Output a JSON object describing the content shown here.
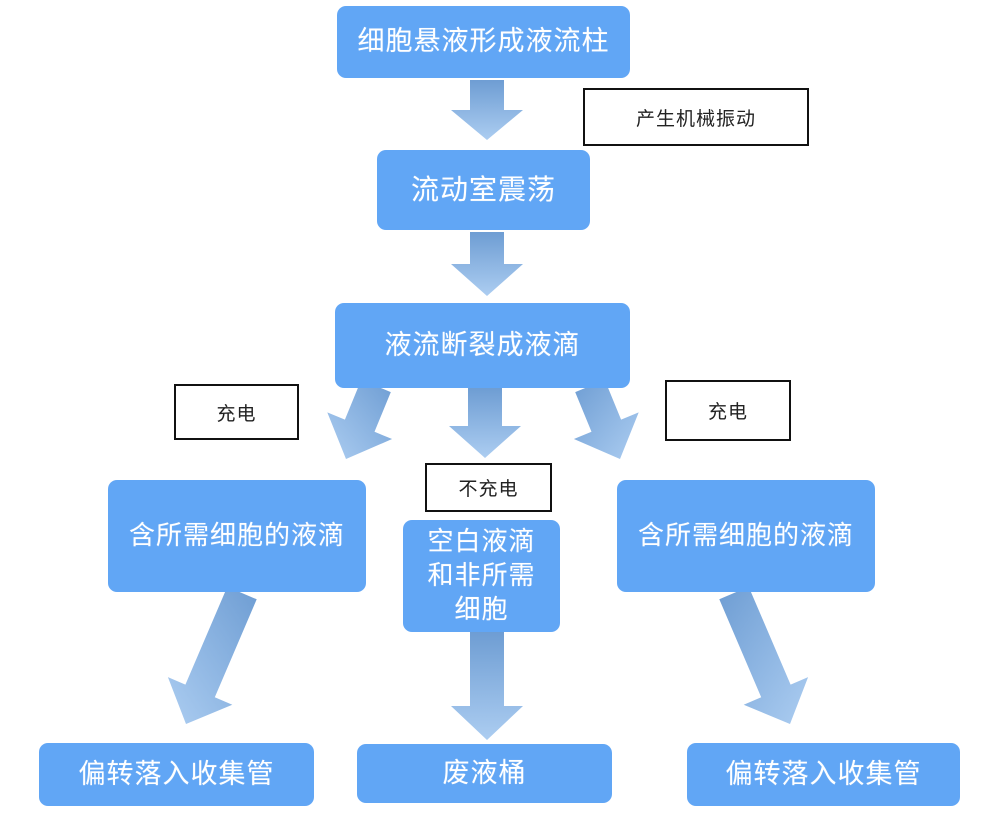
{
  "diagram": {
    "nodes": {
      "cell_suspension": "细胞悬液形成液流柱",
      "flow_chamber": "流动室震荡",
      "stream_breaks": "液流断裂成液滴",
      "desired_left": "含所需细胞的液滴",
      "blank_droplets": "空白液滴和非所需细胞",
      "desired_right": "含所需细胞的液滴",
      "collect_left": "偏转落入收集管",
      "waste": "废液桶",
      "collect_right": "偏转落入收集管"
    },
    "labels": {
      "mechanical_vibration": "产生机械振动",
      "charge_left": "充电",
      "no_charge": "不充电",
      "charge_right": "充电"
    },
    "colors": {
      "node_fill": "#61A6F5",
      "node_text": "#FFFFFF",
      "arrow_gradient_start": "#6E9DD3",
      "arrow_gradient_end": "#ACCDF1",
      "label_border": "#111111",
      "label_text": "#222222",
      "background": "#FFFFFF"
    }
  }
}
